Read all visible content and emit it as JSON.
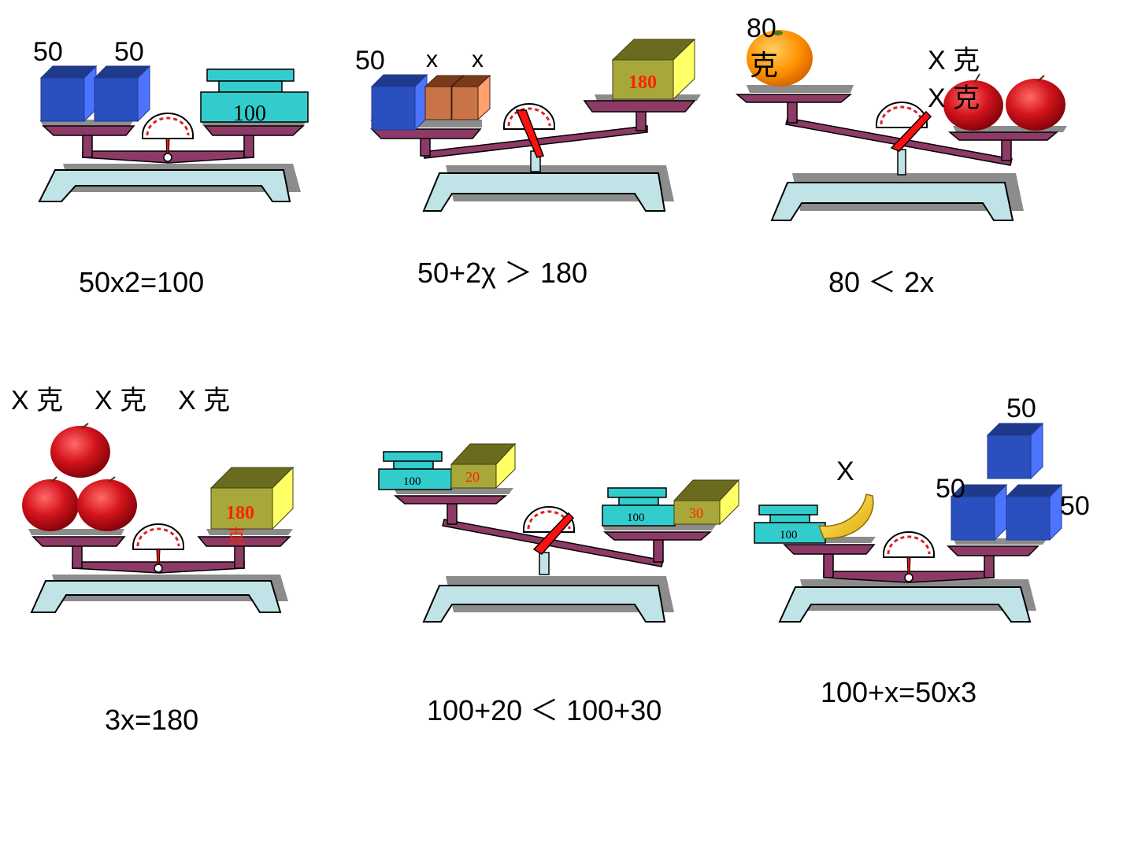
{
  "panels": [
    {
      "id": "p1",
      "left_labels": [
        "50",
        "50"
      ],
      "right_weight": "100",
      "equation": "50x2=100"
    },
    {
      "id": "p2",
      "left_labels": [
        "50",
        "x",
        "x"
      ],
      "right_weight": "180",
      "equation": "50+2χ ＞ 180"
    },
    {
      "id": "p3",
      "left_labels": [
        "80",
        "克"
      ],
      "right_labels": [
        "X 克",
        "X 克"
      ],
      "equation": "80 ＜ 2x"
    },
    {
      "id": "p4",
      "top_labels": [
        "X 克",
        "X 克",
        "X 克"
      ],
      "right_weight": [
        "180",
        "克"
      ],
      "equation": "3x=180"
    },
    {
      "id": "p5",
      "left_weights": [
        "100",
        "20"
      ],
      "right_weights": [
        "100",
        "30"
      ],
      "equation": "100+20 ＜ 100+30"
    },
    {
      "id": "p6",
      "left_weight": "100",
      "left_label": "X",
      "right_labels": [
        "50",
        "50",
        "50"
      ],
      "equation": "100+x=50x3"
    }
  ],
  "colors": {
    "scale_base": "#bfe3e6",
    "scale_shadow": "#8c8c8c",
    "beam": "#8e3a66",
    "blue_block": "#2a4fbf",
    "weight_teal": "#33cccc",
    "olive_block": "#a8a83a",
    "red_text": "#ff2200",
    "needle": "#ff1010",
    "apple": "#d8141c",
    "orange": "#ff9500",
    "banana": "#f0c020",
    "copper": "#c87448"
  }
}
